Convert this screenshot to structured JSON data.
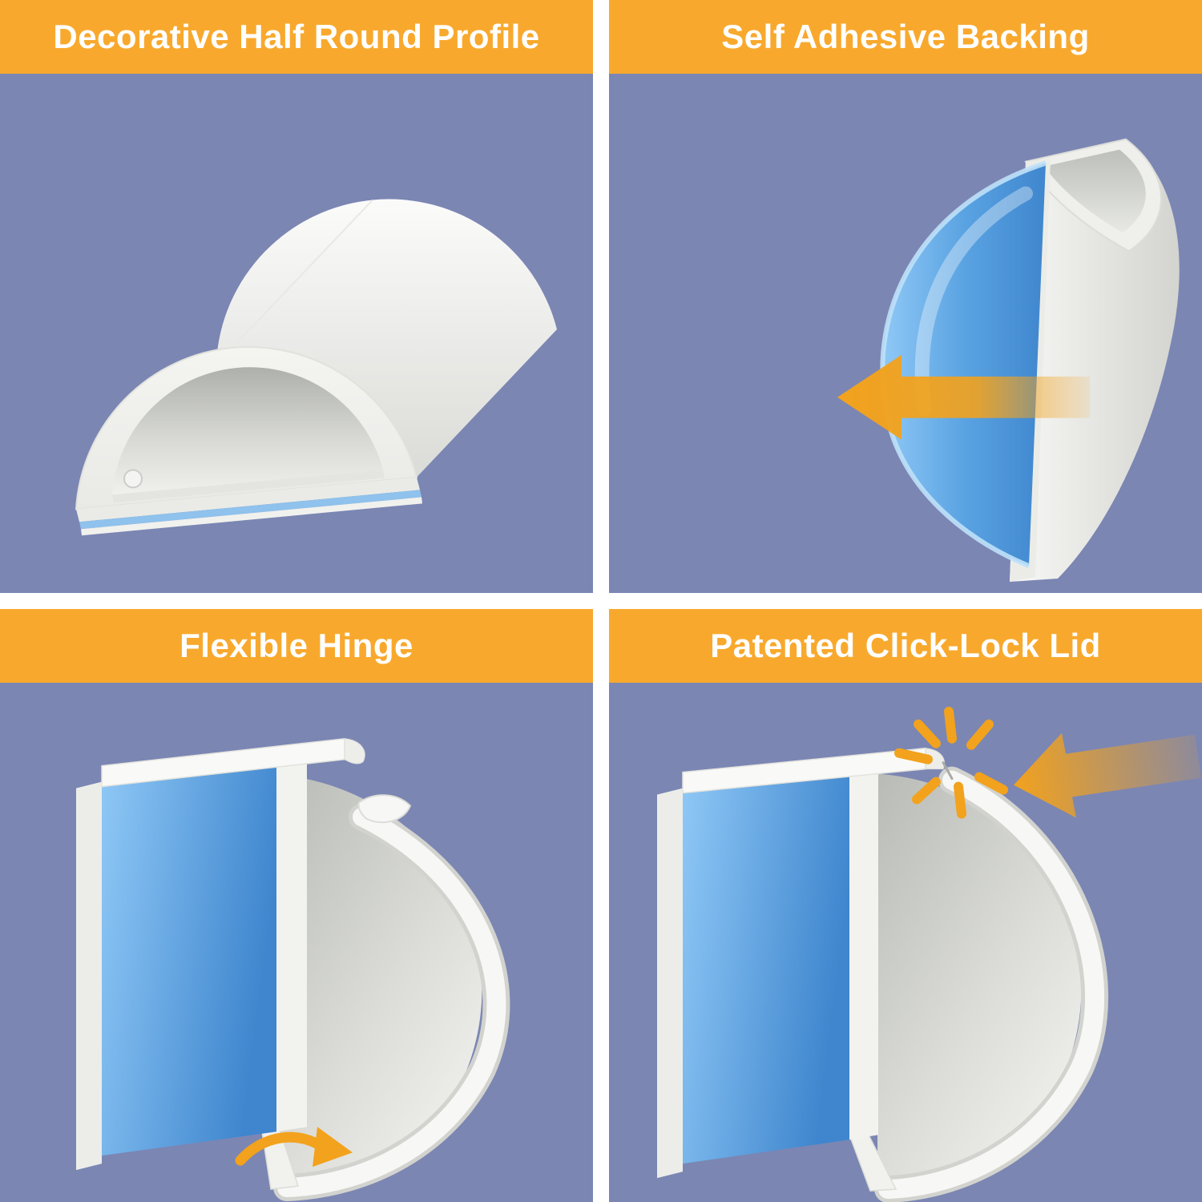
{
  "colors": {
    "header_bg": "#F8A92D",
    "panel_bg": "#7B86B3",
    "gutter": "#FFFFFF",
    "title_color": "#FFFFFF",
    "arrow_orange": "#F2A21D",
    "adhesive_light": "#8FC8F6",
    "adhesive_mid": "#5AA3E2",
    "adhesive_dark": "#3F86CE",
    "product_white": "#F6F6F4"
  },
  "panels": [
    {
      "id": "decorative-half-round-profile",
      "title": "Decorative Half Round Profile",
      "icons": []
    },
    {
      "id": "self-adhesive-backing",
      "title": "Self Adhesive Backing",
      "icons": [
        "peel-arrow-icon"
      ]
    },
    {
      "id": "flexible-hinge",
      "title": "Flexible Hinge",
      "icons": [
        "hinge-rotation-arrow-icon"
      ]
    },
    {
      "id": "patented-click-lock-lid",
      "title": "Patented Click-Lock Lid",
      "icons": [
        "press-arrow-icon",
        "click-burst-icon"
      ]
    }
  ]
}
